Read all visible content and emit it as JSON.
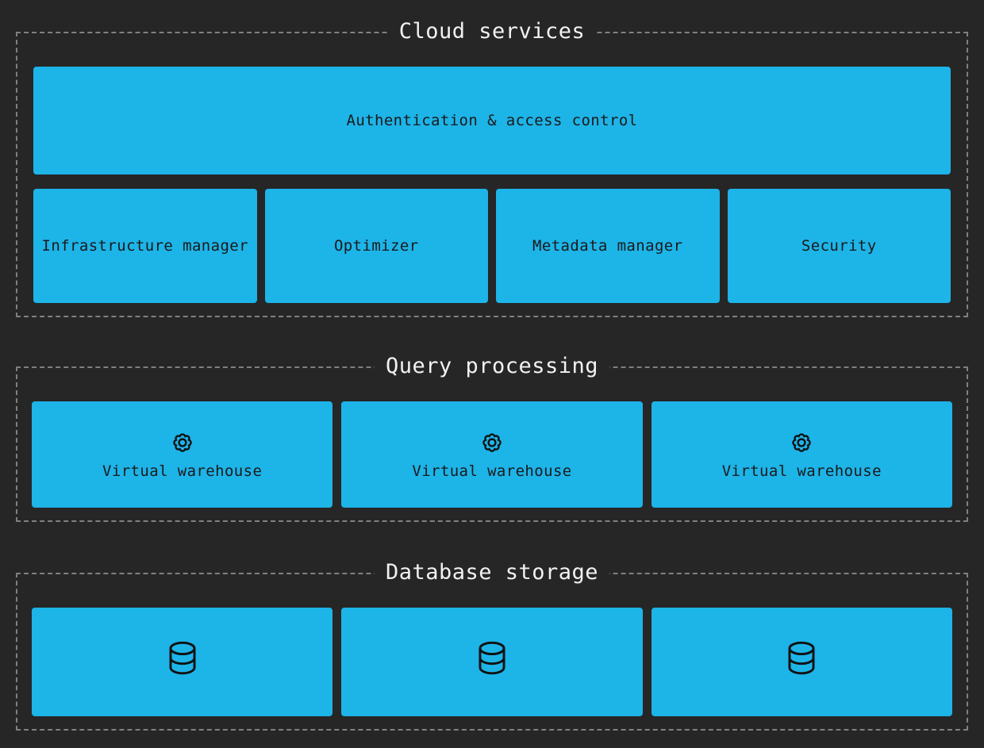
{
  "canvas": {
    "background_color": "#262626",
    "node_color": "#1DB4E8",
    "border_color": "#808080",
    "legend_text_color": "#f2f2f2",
    "node_text_color": "#1a1a1a"
  },
  "sections": [
    {
      "id": "cloud-services",
      "legend": "Cloud services",
      "banner": {
        "label": "Authentication & access control"
      },
      "nodes": [
        {
          "label": "Infrastructure manager"
        },
        {
          "label": "Optimizer"
        },
        {
          "label": "Metadata manager"
        },
        {
          "label": "Security"
        }
      ]
    },
    {
      "id": "query-processing",
      "legend": "Query processing",
      "nodes": [
        {
          "label": "Virtual warehouse",
          "icon": "gear-icon"
        },
        {
          "label": "Virtual warehouse",
          "icon": "gear-icon"
        },
        {
          "label": "Virtual warehouse",
          "icon": "gear-icon"
        }
      ]
    },
    {
      "id": "database-storage",
      "legend": "Database storage",
      "nodes": [
        {
          "label": "",
          "icon": "database-icon"
        },
        {
          "label": "",
          "icon": "database-icon"
        },
        {
          "label": "",
          "icon": "database-icon"
        }
      ]
    }
  ]
}
